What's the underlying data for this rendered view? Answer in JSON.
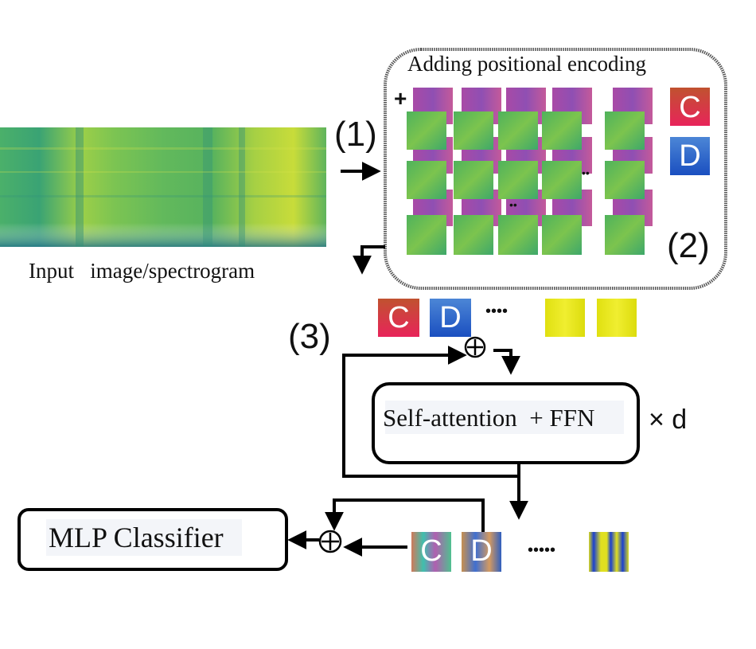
{
  "labels": {
    "input_caption": "Input   image/spectrogram",
    "pos_enc_title": "Adding positional encoding",
    "plus_sign": "+",
    "step1": "(1)",
    "step2": "(2)",
    "step3": "(3)",
    "block": "Self-attention  + FFN",
    "repeat": "× d",
    "classifier": "MLP Classifier",
    "token_c": "C",
    "token_d": "D",
    "ellipsis_mid": "••••",
    "ellipsis_out": "•••••",
    "grid_dots_h": "••",
    "grid_dots_v": "••"
  },
  "colors": {
    "token_c_top": "#c0522f",
    "token_c_bottom": "#e8245a",
    "token_d_top": "#4c86d6",
    "token_d_bottom": "#1a4fc0",
    "patch_green": "#58b85a",
    "pos_purple": "#b04aa8",
    "yellow_patch": "#e6e612",
    "spectrogram_dark": "#1f7d8c",
    "spectrogram_light": "#bddc3a"
  }
}
